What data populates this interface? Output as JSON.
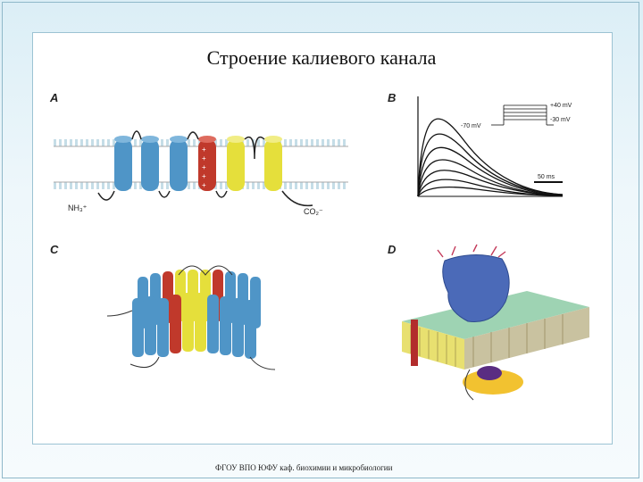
{
  "slide": {
    "title": "Строение калиевого канала",
    "footer": "ФГОУ ВПО ЮФУ каф. биохимии и микробиологии"
  },
  "panels": {
    "a": {
      "label": "A",
      "nh3": "NH₃⁺",
      "co2": "CO₂⁻",
      "charges": "+ + + + +"
    },
    "b": {
      "label": "B",
      "v_plus40": "+40 mV",
      "v_minus30": "-30 mV",
      "v_minus70": "-70 mV",
      "time_scale": "50 ms"
    },
    "c": {
      "label": "C"
    },
    "d": {
      "label": "D"
    }
  },
  "colors": {
    "helix_blue": "#4f95c7",
    "helix_red": "#c0392b",
    "helix_yellow": "#e5df3b",
    "lipid_head": "#9ed3b3",
    "frame": "#8fb8c9"
  }
}
